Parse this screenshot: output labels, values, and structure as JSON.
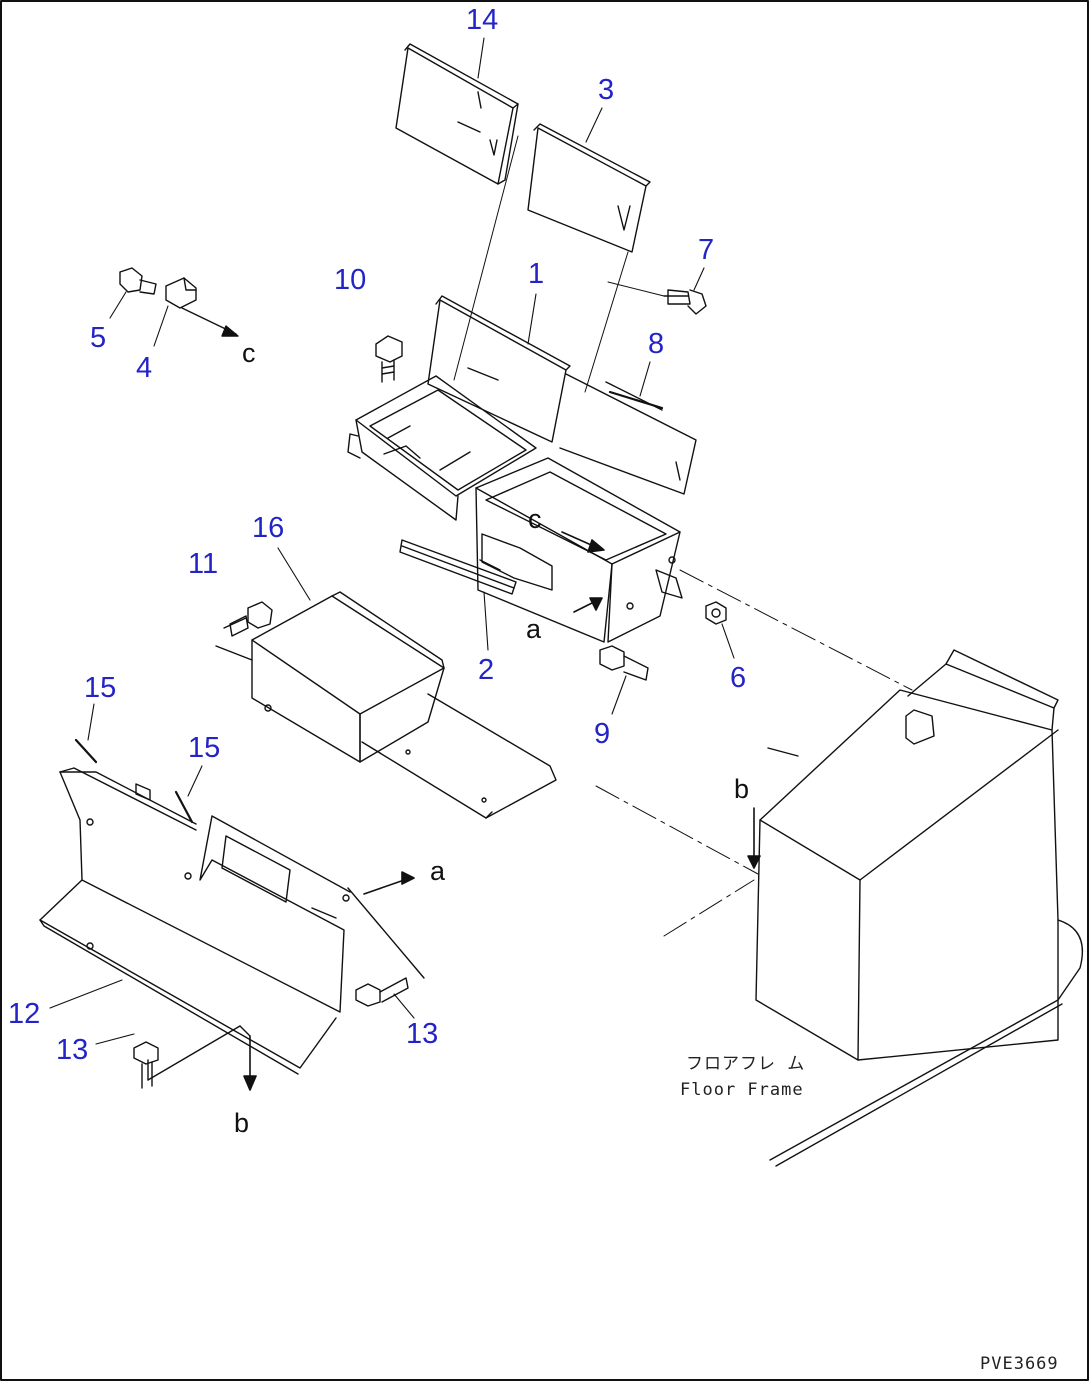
{
  "callouts": {
    "c14": "14",
    "c3": "3",
    "c1": "1",
    "c7": "7",
    "c10": "10",
    "c8": "8",
    "c5": "5",
    "c4": "4",
    "c16": "16",
    "c11": "11",
    "c2": "2",
    "c6": "6",
    "c9": "9",
    "c15a": "15",
    "c15b": "15",
    "c12": "12",
    "c13a": "13",
    "c13b": "13"
  },
  "refs": {
    "c_left": "c",
    "c_mid": "c",
    "a_mid": "a",
    "a_right": "a",
    "b_right": "b",
    "b_bottom": "b"
  },
  "floor_frame": {
    "jp": "フロアフレ ム",
    "en": "Floor Frame"
  },
  "drawing_code": "PVE3669",
  "colors": {
    "callout": "#2323c8",
    "line": "#111111"
  }
}
